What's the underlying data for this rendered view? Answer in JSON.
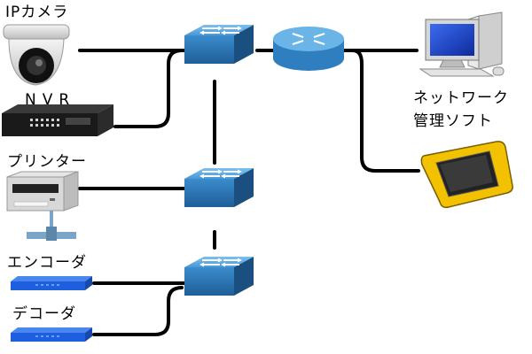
{
  "labels": {
    "ip_camera": "IPカメラ",
    "nvr": "NVR",
    "printer": "プリンター",
    "encoder": "エンコーダ",
    "decoder": "デコーダ",
    "nms_line1": "ネットワーク",
    "nms_line2": "管理ソフト"
  },
  "icons": {
    "camera": "dome-camera-icon",
    "nvr": "nvr-recorder-icon",
    "printer": "printer-icon",
    "encoder": "encoder-device-icon",
    "decoder": "decoder-device-icon",
    "switch": "network-switch-icon",
    "router": "router-icon",
    "computer": "desktop-computer-icon",
    "tablet": "rugged-tablet-icon"
  },
  "colors": {
    "link": "#000000",
    "switch_top": "#5aa8e0",
    "switch_side": "#2f7fc0",
    "router_top": "#6ab4e8",
    "codec_blue": "#1e5fe0",
    "tablet_yellow": "#f2c200",
    "screen_blue": "#1a3fd0"
  }
}
